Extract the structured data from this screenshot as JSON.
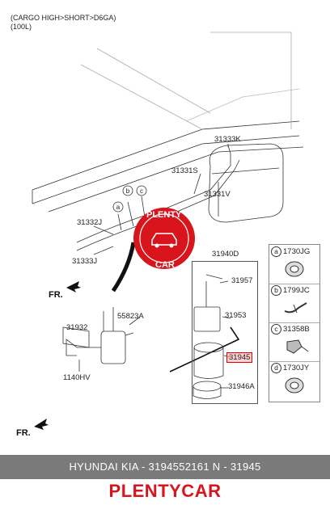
{
  "header": {
    "line1": "(CARGO HIGH>SHORT>D6GA)",
    "line2": "(100L)"
  },
  "labels": {
    "p31333K": "31333K",
    "p31331S": "31331S",
    "p31331V": "31331V",
    "p31332J": "31332J",
    "p31333J": "31333J",
    "p31940D": "31940D",
    "p31957": "31957",
    "p31953": "31953",
    "p31945": "31945",
    "p31946A": "31946A",
    "p55823A": "55823A",
    "p31932": "31932",
    "p1140HV": "1140HV",
    "fr_top": "FR.",
    "fr_bottom": "FR.",
    "callout_a": "a",
    "callout_b": "b",
    "callout_c": "c"
  },
  "legend": [
    {
      "letter": "a",
      "code": "1730JG",
      "icon": "grommet-icon"
    },
    {
      "letter": "b",
      "code": "1799JC",
      "icon": "hose-clip-icon"
    },
    {
      "letter": "c",
      "code": "31358B",
      "icon": "connector-clip-icon"
    },
    {
      "letter": "d",
      "code": "1730JY",
      "icon": "grommet-icon"
    }
  ],
  "watermark": {
    "top": "PLENTY",
    "bottom": "CAR"
  },
  "footer": {
    "part_line": "HYUNDAI  KIA - 3194552161     N - 31945",
    "brand": "PLENTYCAR"
  },
  "colors": {
    "highlight_red": "#e00000",
    "brand_red": "#d8141c",
    "footer_bar": "#7a7a7a"
  }
}
